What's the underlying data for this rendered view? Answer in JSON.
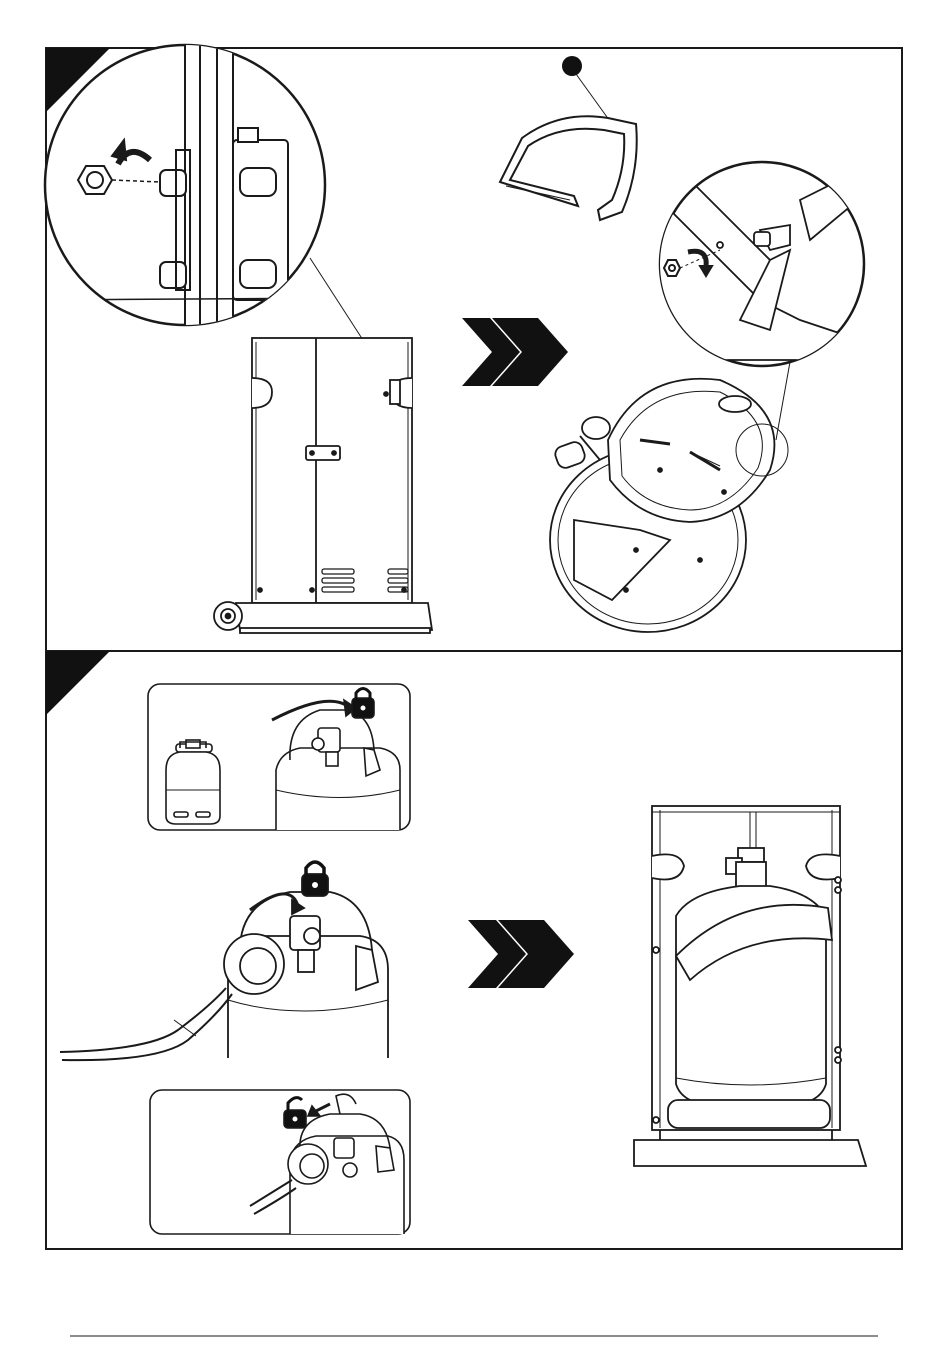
{
  "page": {
    "footer_rule": true
  },
  "steps": [
    {
      "number": "",
      "panels": [
        {
          "name": "bolt-removal-detail",
          "icon": "nut-unscrew-icon"
        },
        {
          "name": "housing-front-view",
          "icon": "door-latch-icon"
        },
        {
          "name": "cylinder-strap-part",
          "icon": "strap-icon",
          "callout": ""
        },
        {
          "name": "strap-bolt-detail",
          "icon": "nut-tighten-icon"
        },
        {
          "name": "base-strap-assembly",
          "icon": "base-icon"
        }
      ],
      "arrow": "chevron-arrow-icon"
    },
    {
      "number": "",
      "panels": [
        {
          "name": "cylinder-valve-lock",
          "icon": "lock-icon"
        },
        {
          "name": "regulator-connect",
          "icon": "lock-icon"
        },
        {
          "name": "regulator-unlock",
          "icon": "unlock-icon"
        },
        {
          "name": "cylinder-installed",
          "icon": "gas-cylinder-icon"
        }
      ],
      "arrow": "chevron-arrow-icon"
    }
  ],
  "colors": {
    "line": "#1a1a1a",
    "fill": "#ffffff",
    "shade": "#d9d9d9",
    "dark": "#111111"
  }
}
